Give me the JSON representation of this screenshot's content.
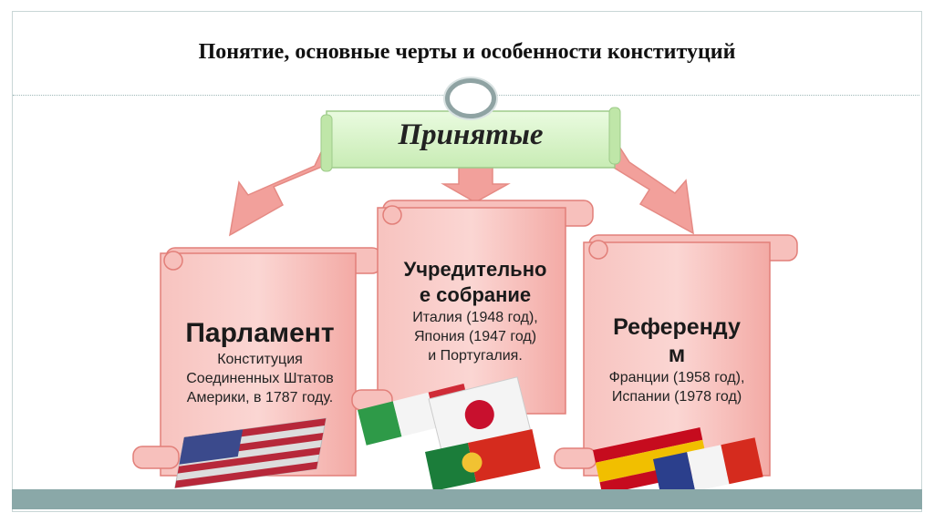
{
  "slide": {
    "title": "Понятие, основные черты и особенности конституций",
    "header": "Принятые"
  },
  "cards": {
    "parliament": {
      "title": "Парламент",
      "line1": "Конституция",
      "line2": "Соединенных Штатов",
      "line3": "Америки, в 1787 году."
    },
    "assembly": {
      "title_line1": "Учредительно",
      "title_line2": "е собрание",
      "line1": "Италия (1948 год),",
      "line2": "Япония (1947 год)",
      "line3": "и Португалия."
    },
    "referendum": {
      "title_line1": "Референду",
      "title_line2": "м",
      "line1": "Франции (1958 год),",
      "line2": "Испании (1978 год)"
    }
  },
  "flags": [
    "usa-flag",
    "italy-flag",
    "japan-flag",
    "portugal-flag",
    "spain-flag",
    "france-flag"
  ],
  "colors": {
    "scroll_fill": "#f4b0ac",
    "scroll_edge": "#e27f79",
    "header_fill": "#d6f2c6",
    "arrow_fill": "#f2a09b",
    "bar": "#8aa8a8"
  }
}
